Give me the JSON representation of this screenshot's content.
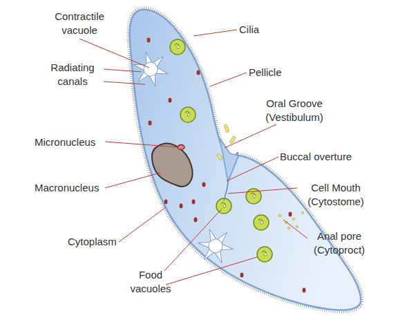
{
  "diagram": {
    "labels": [
      "Contractile vacuole",
      "Radiating canals",
      "Micronucleus",
      "Macronucleus",
      "Cytoplasm",
      "Food vacuoles",
      "Cilia",
      "Pellicle",
      "Oral Groove (Vestibulum)",
      "Buccal overture",
      "Cell Mouth (Cytostome)",
      "Anal pore (Cytoproct)"
    ]
  }
}
